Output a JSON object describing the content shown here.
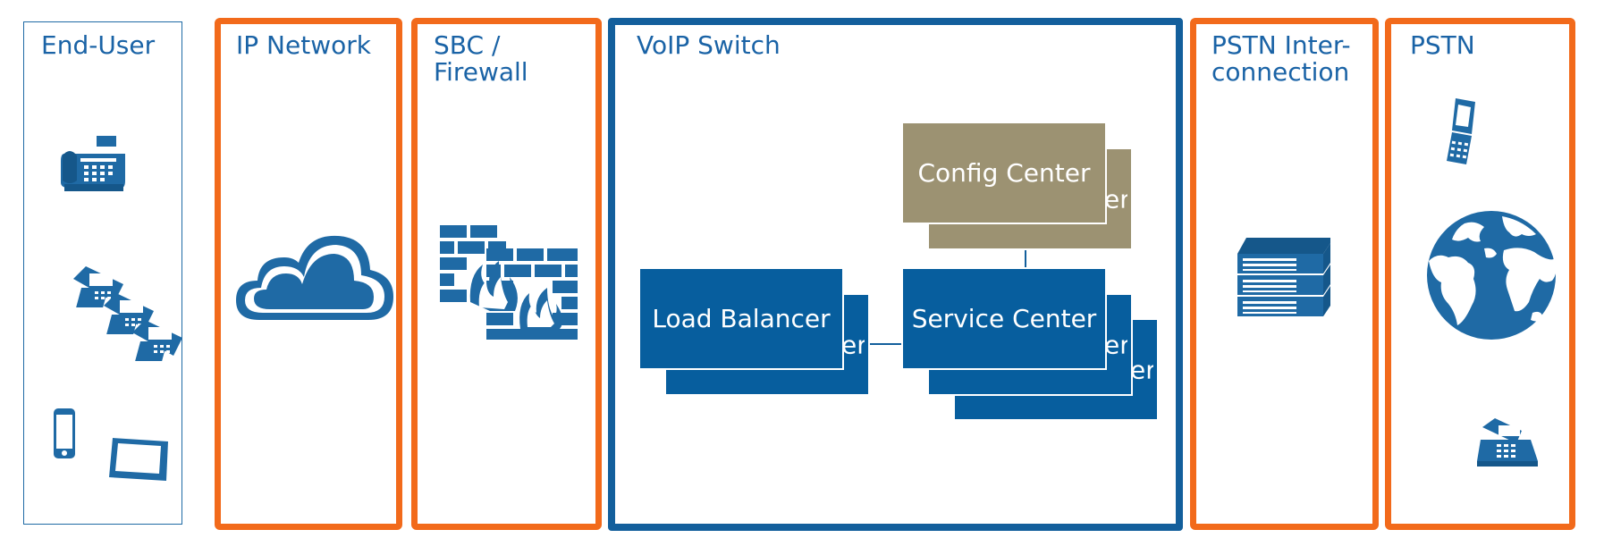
{
  "columns": {
    "end_user": "End-User",
    "ip_network": "IP Network",
    "sbc_firewall": "SBC /\nFirewall",
    "voip_switch": "VoIP Switch",
    "pstn_interconnection": "PSTN Inter-\nconnection",
    "pstn": "PSTN"
  },
  "nodes": {
    "config_center": "Config Center",
    "config_center_back": "er",
    "load_balancer": "Load Balancer",
    "load_balancer_back": "er",
    "service_center": "Service Center",
    "service_center_back1": "er",
    "service_center_back2": "er"
  },
  "icons": [
    "fax-icon",
    "desk-phone-icon",
    "mobile-phone-icon",
    "tablet-icon",
    "cloud-icon",
    "firewall-icon",
    "server-rack-icon",
    "flip-phone-icon",
    "globe-icon"
  ],
  "colors": {
    "orange": "#f26a1b",
    "blue": "#135f9c",
    "box_blue": "#075e9e",
    "box_tan": "#9c9272"
  }
}
